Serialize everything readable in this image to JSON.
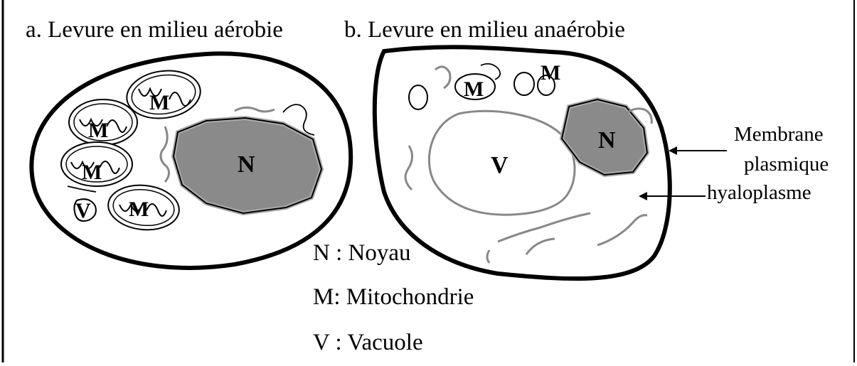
{
  "titles": {
    "aerobic": "a. Levure en milieu aérobie",
    "anaerobic": "b. Levure en milieu anaérobie"
  },
  "labels": {
    "nucleus": "N",
    "mitochondrion": "M",
    "vacuole": "V"
  },
  "annotations": {
    "membrane_line1": "Membrane",
    "membrane_line2": "plasmique",
    "hyaloplasm": "hyaloplasme"
  },
  "legend": {
    "nucleus": "N : Noyau",
    "mitochondrion": "M: Mitochondrie",
    "vacuole": "V : Vacuole"
  },
  "colors": {
    "nucleus_fill": "#8a8a8a",
    "outline": "#000000",
    "inner_outline": "#9a9a9a",
    "background": "#ffffff"
  }
}
